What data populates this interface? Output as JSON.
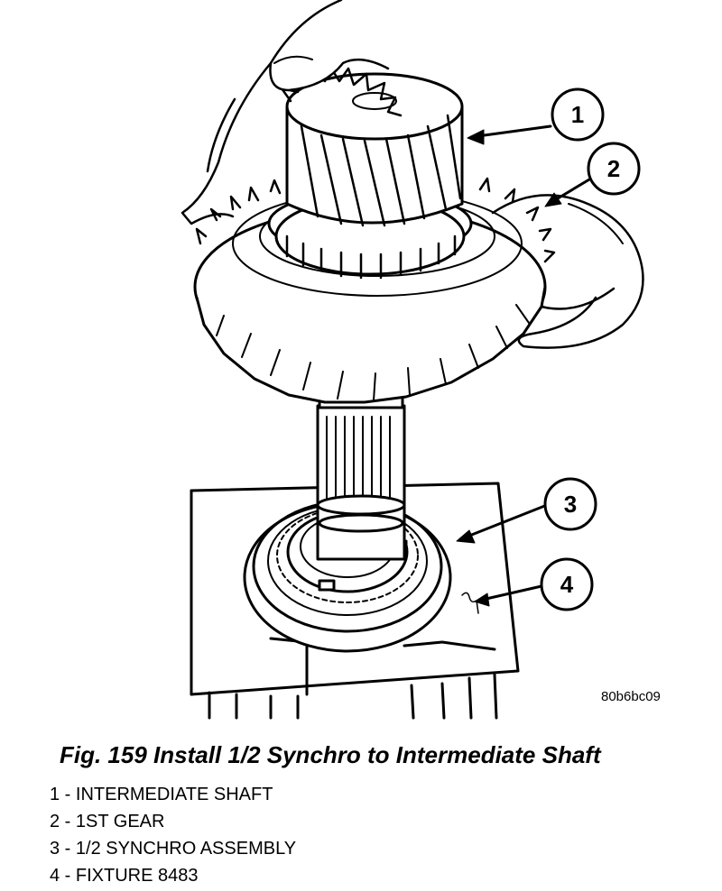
{
  "figure": {
    "callouts": [
      {
        "number": "1",
        "target": "intermediate shaft"
      },
      {
        "number": "2",
        "target": "1st gear"
      },
      {
        "number": "3",
        "target": "1/2 synchro assembly"
      },
      {
        "number": "4",
        "target": "fixture 8483"
      }
    ],
    "image_code": "80b6bc09"
  },
  "caption": "Fig. 159 Install 1/2 Synchro to Intermediate Shaft",
  "legend": [
    "1 - INTERMEDIATE SHAFT",
    "2 - 1ST GEAR",
    "3 - 1/2 SYNCHRO ASSEMBLY",
    "4 - FIXTURE 8483"
  ],
  "colors": {
    "line": "#000000",
    "background": "#ffffff"
  }
}
